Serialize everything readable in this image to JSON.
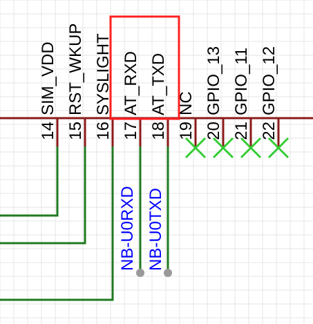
{
  "colors": {
    "background": "#ffffff",
    "grid": "#e6e6e6",
    "body_line": "#8b1a1a",
    "pin_stub": "#8b1a1a",
    "wire": "#1f7a1f",
    "net_label": "#0000ff",
    "text": "#000000",
    "highlight": "#ff2020",
    "no_connect": "#33cc33",
    "junction": "#999999"
  },
  "pins": [
    {
      "number": "14",
      "name": "SIM_VDD"
    },
    {
      "number": "15",
      "name": "RST_WKUP"
    },
    {
      "number": "16",
      "name": "SYSLIGHT"
    },
    {
      "number": "17",
      "name": "AT_RXD"
    },
    {
      "number": "18",
      "name": "AT_TXD"
    },
    {
      "number": "19",
      "name": "NC"
    },
    {
      "number": "20",
      "name": "GPIO_13"
    },
    {
      "number": "21",
      "name": "GPIO_11"
    },
    {
      "number": "22",
      "name": "GPIO_12"
    }
  ],
  "net_labels": [
    "NB-U0RXD",
    "NB-U0TXD"
  ],
  "highlight": {
    "pins": [
      "17",
      "18"
    ],
    "shape": "rectangle"
  },
  "no_connect_pins": [
    "19",
    "20",
    "21",
    "22"
  ],
  "icons": {
    "no_connect": "x-mark-icon",
    "junction": "dot-icon"
  }
}
